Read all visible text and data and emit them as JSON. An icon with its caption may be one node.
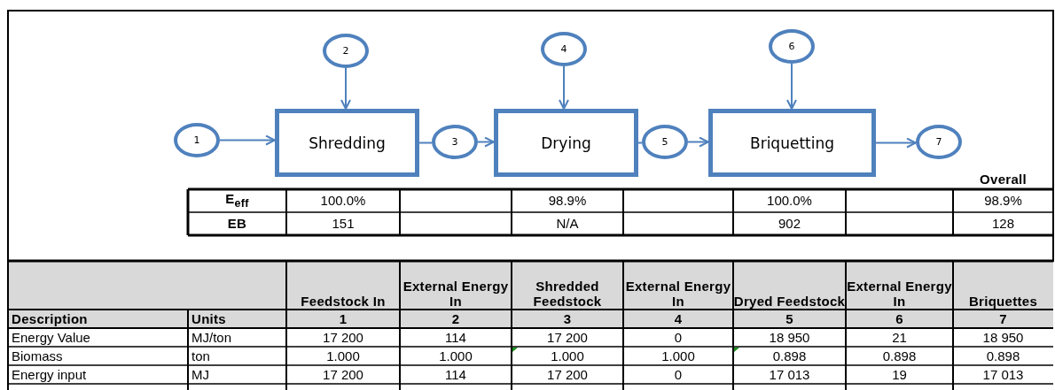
{
  "diagram": {
    "nodes": [
      {
        "text": [
          "1"
        ]
      },
      {
        "text": [
          "2"
        ]
      },
      {
        "text": [
          "Shredding"
        ]
      },
      {
        "text": [
          "3"
        ]
      },
      {
        "text": [
          "4"
        ]
      },
      {
        "text": [
          "Drying"
        ]
      },
      {
        "text": [
          "5"
        ]
      },
      {
        "text": [
          "6"
        ]
      },
      {
        "text": [
          "Briquetting"
        ]
      },
      {
        "text": [
          "7"
        ]
      }
    ],
    "edges": [
      {
        "from": 0,
        "to": 2,
        "arrow": "to"
      },
      {
        "from": 1,
        "to": 2,
        "arrow": "to"
      },
      {
        "from": 2,
        "to": 3,
        "arrow": "none"
      },
      {
        "from": 3,
        "to": 5,
        "arrow": "to"
      },
      {
        "from": 4,
        "to": 5,
        "arrow": "to"
      },
      {
        "from": 5,
        "to": 6,
        "arrow": "none"
      },
      {
        "from": 6,
        "to": 8,
        "arrow": "to"
      },
      {
        "from": 7,
        "to": 8,
        "arrow": "to"
      },
      {
        "from": 8,
        "to": 9,
        "arrow": "to"
      }
    ],
    "labels": [
      "Overall",
      "E$_{eff}$",
      "100.0%",
      "98.9%",
      "100.0%",
      "98.9%",
      "EB",
      "151",
      "N/A",
      "902",
      "128",
      "Feedstock In",
      "External Energy In",
      "Shredded Feedstock",
      "External Energy In",
      "Dryed Feedstock",
      "External Energy In",
      "Briquettes",
      "Description",
      "Units",
      "1",
      "2",
      "3",
      "4",
      "5",
      "6",
      "7",
      "Energy Value",
      "MJ/ton",
      "17 200",
      "114",
      "17 200",
      "0",
      "18 950",
      "21",
      "18 950",
      "Biomass",
      "ton",
      "1.000",
      "1.000",
      "1.000",
      "1.000",
      "0.898",
      "0.898",
      "0.898",
      "Energy input",
      "MJ",
      "17 200",
      "114",
      "17 200",
      "0",
      "17 013",
      "19",
      "17 013"
    ]
  }
}
